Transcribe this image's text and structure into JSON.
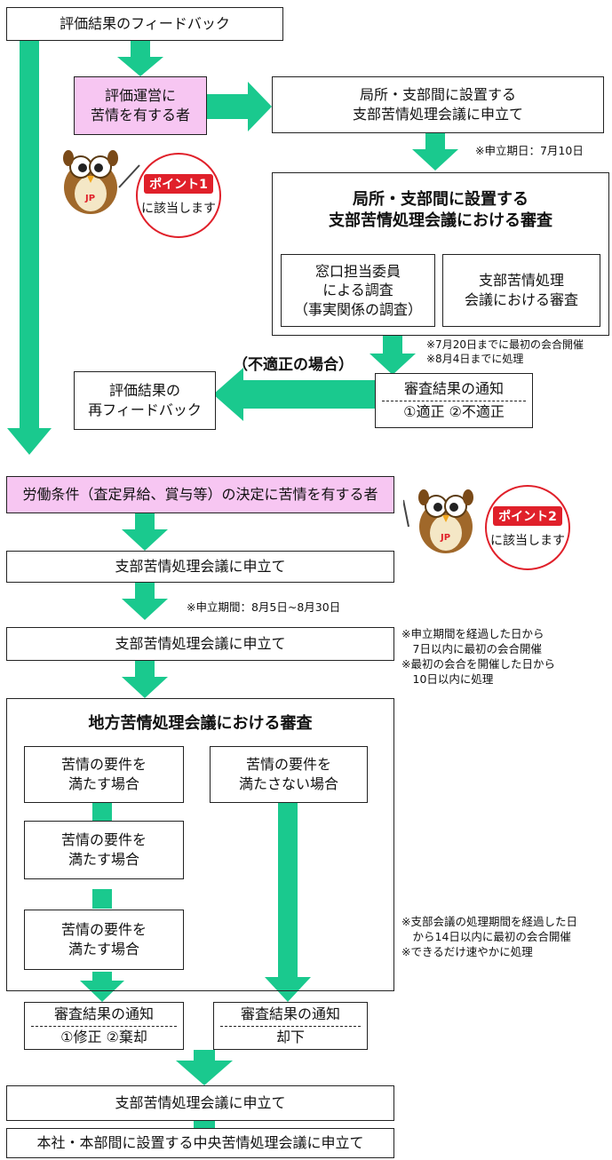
{
  "nodes": {
    "feedback": "評価結果のフィードバック",
    "complainant_eval": [
      "評価運営に",
      "苦情を有する者"
    ],
    "apply_branch_top": [
      "局所・支部間に設置する",
      "支部苦情処理会議に申立て"
    ],
    "review_branch_title": [
      "局所・支部間に設置する",
      "支部苦情処理会議における審査"
    ],
    "window_investigation": [
      "窓口担当委員",
      "による調査",
      "（事実関係の調査）"
    ],
    "branch_review": [
      "支部苦情処理",
      "会議における審査"
    ],
    "refeedback": [
      "評価結果の",
      "再フィードバック"
    ],
    "result_notice_1": {
      "title": "審査結果の通知",
      "options": "①適正 ②不適正"
    },
    "labor_complainant": "労働条件（査定昇給、賞与等）の決定に苦情を有する者",
    "apply_branch_2": "支部苦情処理会議に申立て",
    "apply_branch_3": "支部苦情処理会議に申立て",
    "regional_title": "地方苦情処理会議における審査",
    "meets_1": [
      "苦情の要件を",
      "満たす場合"
    ],
    "meets_2": [
      "苦情の要件を",
      "満たす場合"
    ],
    "meets_3": [
      "苦情の要件を",
      "満たす場合"
    ],
    "not_meets": [
      "苦情の要件を",
      "満たさない場合"
    ],
    "result_notice_2": {
      "title": "審査結果の通知",
      "options": "①修正 ②棄却"
    },
    "result_notice_3": {
      "title": "審査結果の通知",
      "options": "却下"
    },
    "apply_branch_4": "支部苦情処理会議に申立て",
    "apply_central": "本社・本部間に設置する中央苦情処理会議に申立て"
  },
  "notes": {
    "deadline_1": "※申立期日：7月10日",
    "schedule_1": [
      "※7月20日までに最初の会合開催",
      "※8月4日までに処理"
    ],
    "improper_case": "（不適正の場合）",
    "deadline_2": "※申立期間：8月5日~8月30日",
    "schedule_2": [
      "※申立期間を経過した日から",
      "　7日以内に最初の会合開催",
      "※最初の会合を開催した日から",
      "　10日以内に処理"
    ],
    "schedule_3": [
      "※支部会議の処理期間を経過した日",
      "　から14日以内に最初の会合開催",
      "※できるだけ速やかに処理"
    ]
  },
  "points": [
    {
      "badge": "ポイント1",
      "text": "に該当します"
    },
    {
      "badge": "ポイント2",
      "text": "に該当します"
    }
  ],
  "colors": {
    "arrow": "#1ac98e",
    "pink": "#f7c6f2",
    "point_red": "#e0202a",
    "mascot_brown": "#a0682a"
  }
}
